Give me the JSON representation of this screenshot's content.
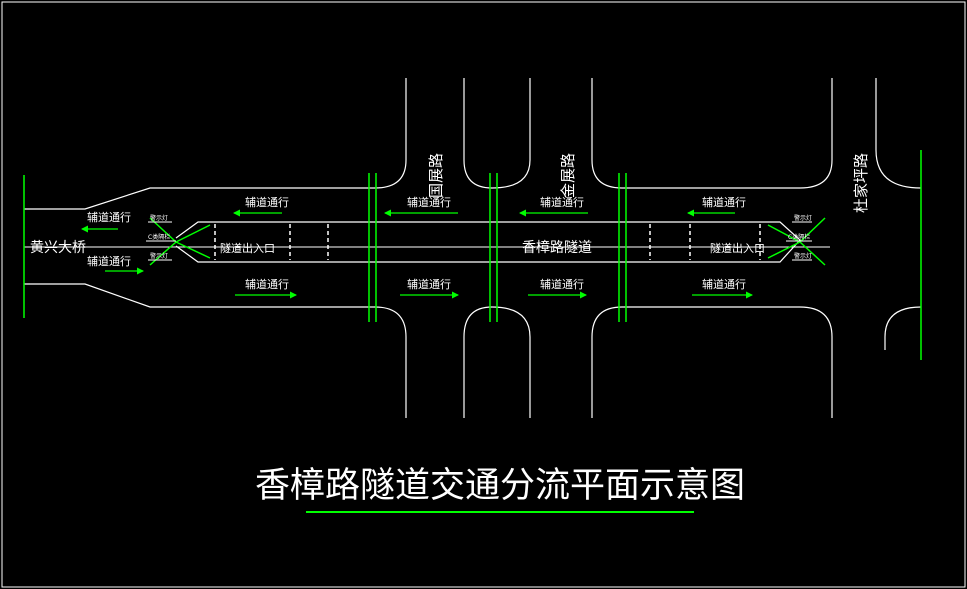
{
  "roads": {
    "guozhan": "国展路",
    "jinzhan": "金展路",
    "dujiaping": "杜家坪路"
  },
  "bridge": "黄兴大桥",
  "tunnel": "香樟路隧道",
  "tunnel_entrance_exit_left": "隧道出入口",
  "tunnel_entrance_exit_right": "隧道出入口",
  "aux_road": "辅道通行",
  "signs": {
    "warning": "警示灯",
    "c_barrier": "C类隔栏"
  },
  "title": "香樟路隧道交通分流平面示意图",
  "colors": {
    "background": "#000000",
    "line": "#ffffff",
    "boundary": "#00ff00",
    "arrow": "#00ff00",
    "frame": "#ffffff"
  }
}
